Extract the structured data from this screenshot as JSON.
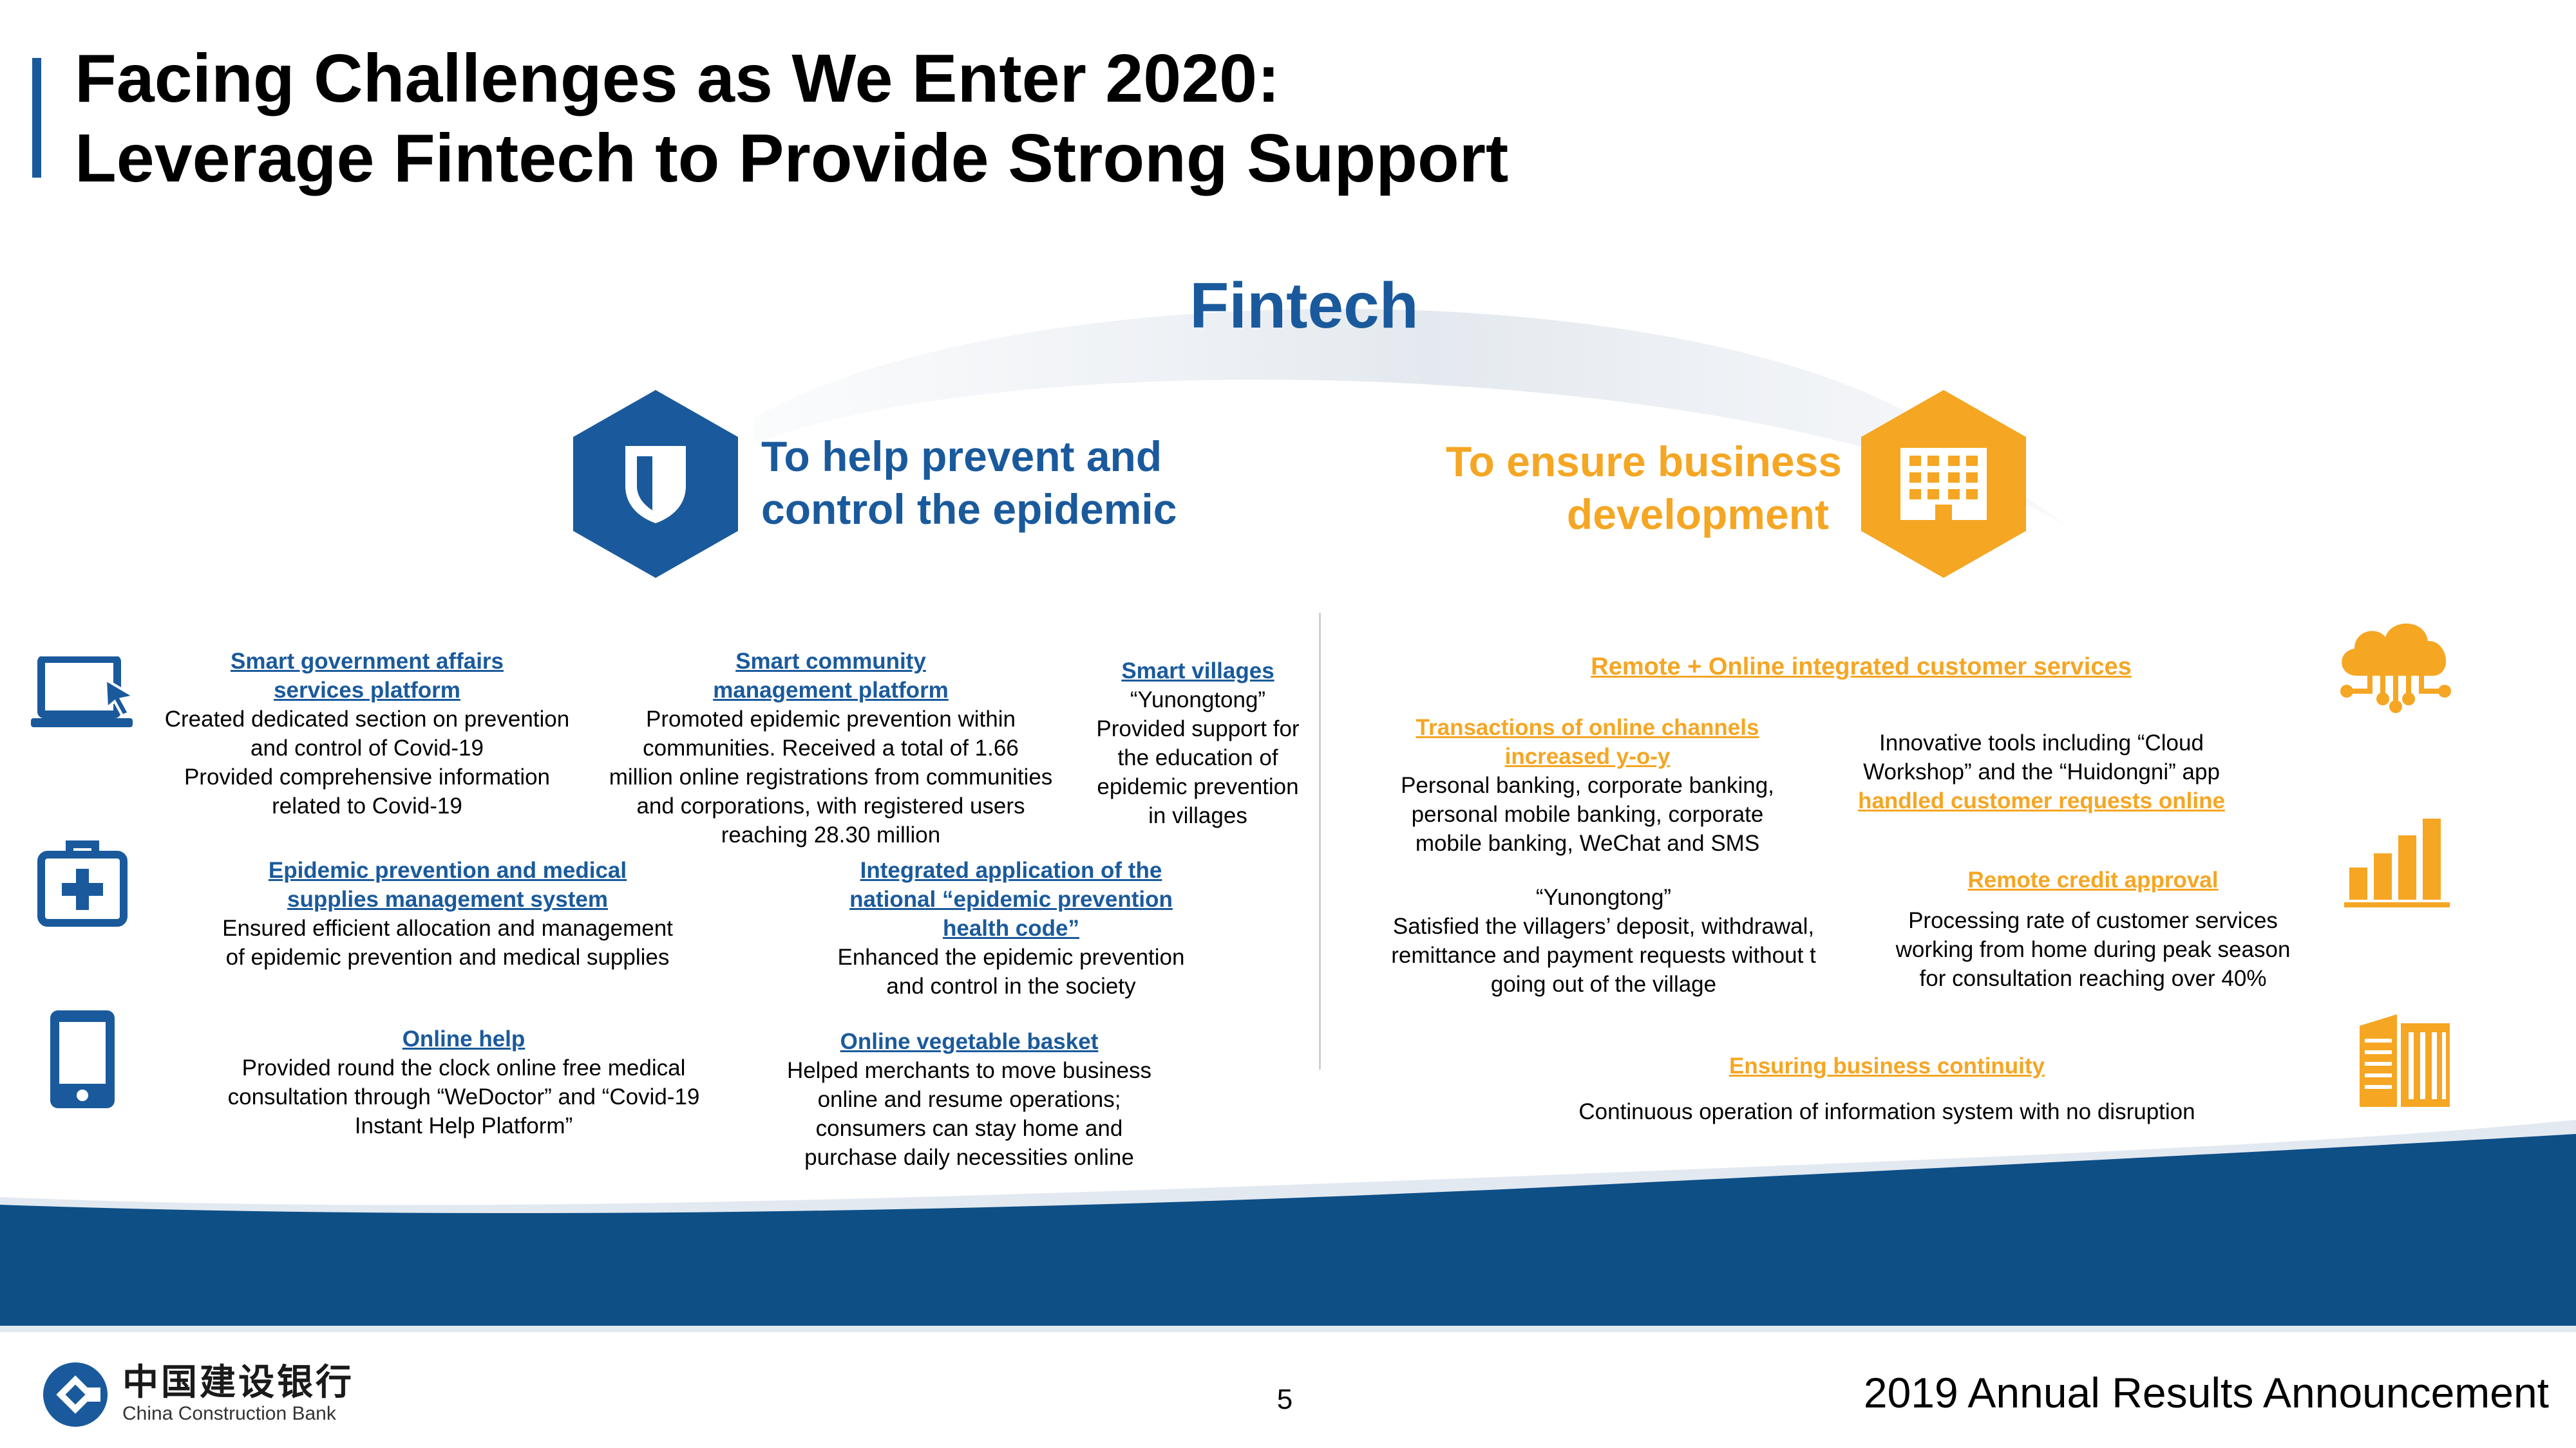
{
  "header": {
    "title_line1": "Facing Challenges as We Enter 2020:",
    "title_line2": "Leverage Fintech to Provide Strong Support"
  },
  "center": {
    "label": "Fintech"
  },
  "left_section": {
    "heading_line1": "To help prevent and",
    "heading_line2": "control the epidemic",
    "items": [
      {
        "heading_line1": "Smart government affairs",
        "heading_line2": " services platform",
        "body": [
          "Created dedicated section on prevention",
          "and control of Covid-19",
          "Provided comprehensive information",
          "related to Covid-19"
        ]
      },
      {
        "heading_line1": "Smart community",
        "heading_line2": "management platform",
        "body": [
          "Promoted epidemic prevention within",
          "communities. Received a total of 1.66",
          "million online registrations from communities",
          "and corporations, with registered users",
          "reaching 28.30 million"
        ]
      },
      {
        "heading_line1": "Smart villages",
        "body": [
          "“Yunongtong”",
          "Provided support for",
          "the education of",
          "epidemic prevention",
          "in villages"
        ]
      },
      {
        "heading_line1": "Epidemic prevention and medical",
        "heading_line2": "supplies management system",
        "body": [
          "Ensured efficient allocation and management",
          "of epidemic prevention and medical supplies"
        ]
      },
      {
        "heading_line1": "Integrated application of the",
        "heading_line2": "national “epidemic prevention",
        "heading_line3": "health code”",
        "body": [
          "Enhanced the epidemic prevention",
          "and control in the society"
        ]
      },
      {
        "heading_line1": "Online help",
        "body": [
          "Provided round the clock online free medical",
          "consultation through “WeDoctor” and “Covid-19",
          "Instant Help Platform”"
        ]
      },
      {
        "heading_line1": "Online vegetable basket",
        "body": [
          "Helped merchants to move business",
          "online and resume operations;",
          "consumers can stay home and",
          "purchase daily necessities online"
        ]
      }
    ]
  },
  "right_section": {
    "heading_line1": "To ensure business",
    "heading_line2": "development",
    "remote_heading": "Remote + Online integrated customer services",
    "items": [
      {
        "heading_line1": "Transactions of online channels",
        "heading_line2": "increased y-o-y",
        "body": [
          "Personal banking, corporate banking,",
          "personal mobile banking, corporate",
          "mobile banking, WeChat and SMS"
        ]
      },
      {
        "body_line1": "Innovative tools including “Cloud",
        "body_line2": "Workshop” and the “Huidongni” app",
        "highlight": "handled customer requests online"
      },
      {
        "body": [
          "“Yunongtong”",
          "Satisfied the villagers’ deposit, withdrawal,",
          "remittance and payment requests without t",
          "going out of the village"
        ]
      },
      {
        "heading_line1": "Remote credit approval",
        "body": [
          "Processing rate of customer services",
          "working from home during peak season",
          "for consultation reaching over 40%"
        ]
      },
      {
        "heading_line1": "Ensuring business continuity",
        "body": [
          "Continuous operation of information system with no disruption"
        ]
      }
    ]
  },
  "footer": {
    "logo_cn": "中国建设银行",
    "logo_en": "China Construction Bank",
    "page_number": "5",
    "right_text": "2019 Annual Results Announcement"
  },
  "icons": {
    "left": [
      "laptop-cursor-icon",
      "medical-kit-icon",
      "mobile-phone-icon"
    ],
    "right": [
      "cloud-network-icon",
      "bar-chart-icon",
      "building-icon"
    ],
    "hex_left": "shield-icon",
    "hex_right": "office-building-icon"
  },
  "colors": {
    "blue": "#1a5a9c",
    "orange": "#f5a623",
    "wave_dark": "#0e4f86"
  }
}
